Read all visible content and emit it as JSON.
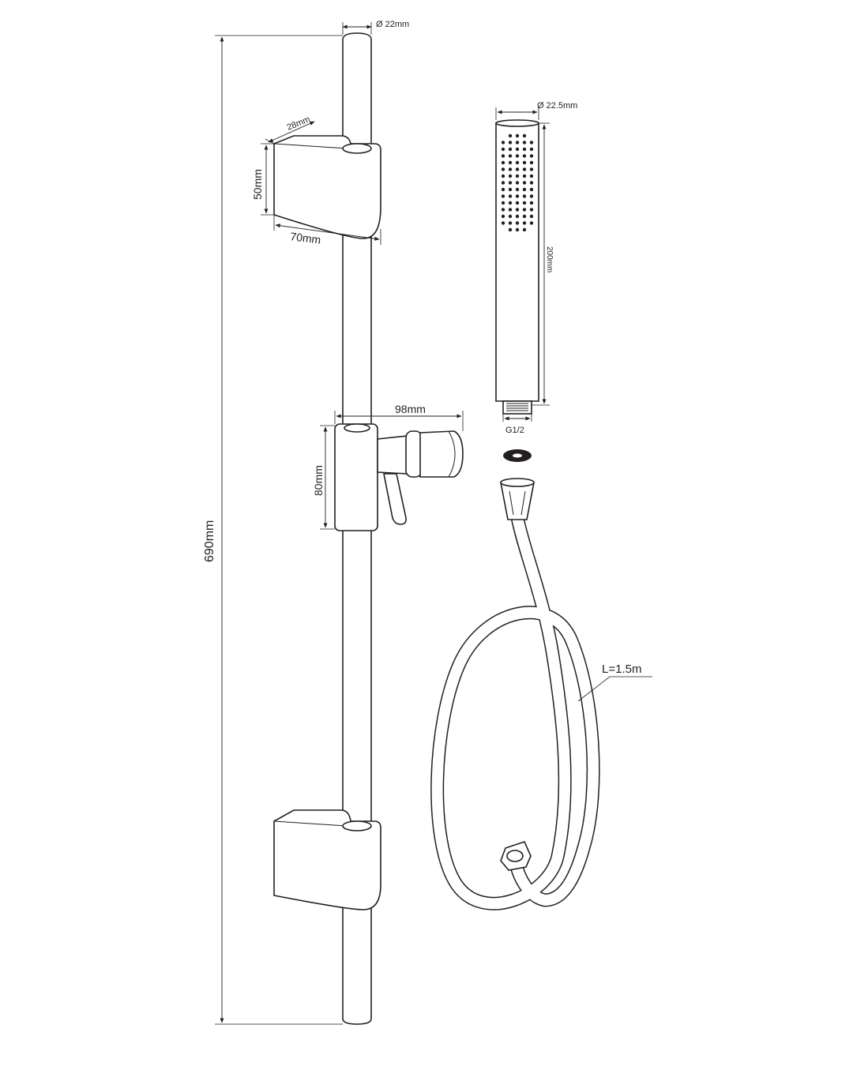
{
  "colors": {
    "line": "#231f20",
    "background": "#ffffff"
  },
  "labels": {
    "rail_diameter": "Ø 22mm",
    "rail_height": "690mm",
    "bracket_depth": "28mm",
    "bracket_height": "50mm",
    "bracket_width": "70mm",
    "holder_width": "98mm",
    "holder_height": "80mm",
    "handset_diameter": "Ø 22.5mm",
    "handset_length": "200mm",
    "thread_size": "G1/2",
    "hose_length": "L=1.5m"
  }
}
